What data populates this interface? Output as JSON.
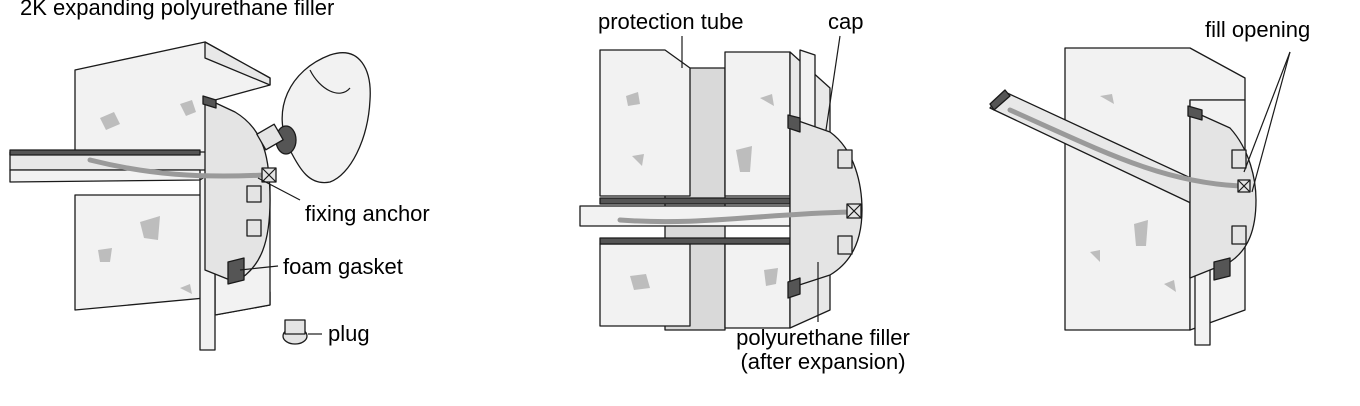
{
  "labels": {
    "filler_2k": "2K expanding polyurethane filler",
    "fixing_anchor": "fixing anchor",
    "foam_gasket": "foam gasket",
    "plug": "plug",
    "protection_tube": "protection tube",
    "cap": "cap",
    "pu_filler_line1": "polyurethane filler",
    "pu_filler_line2": "(after expansion)",
    "fill_opening": "fill opening"
  },
  "colors": {
    "outline": "#1a1a1a",
    "block_fill": "#f2f2f2",
    "cap_fill": "#e4e4e4",
    "dark_part": "#555555",
    "cable": "#9a9a9a"
  }
}
